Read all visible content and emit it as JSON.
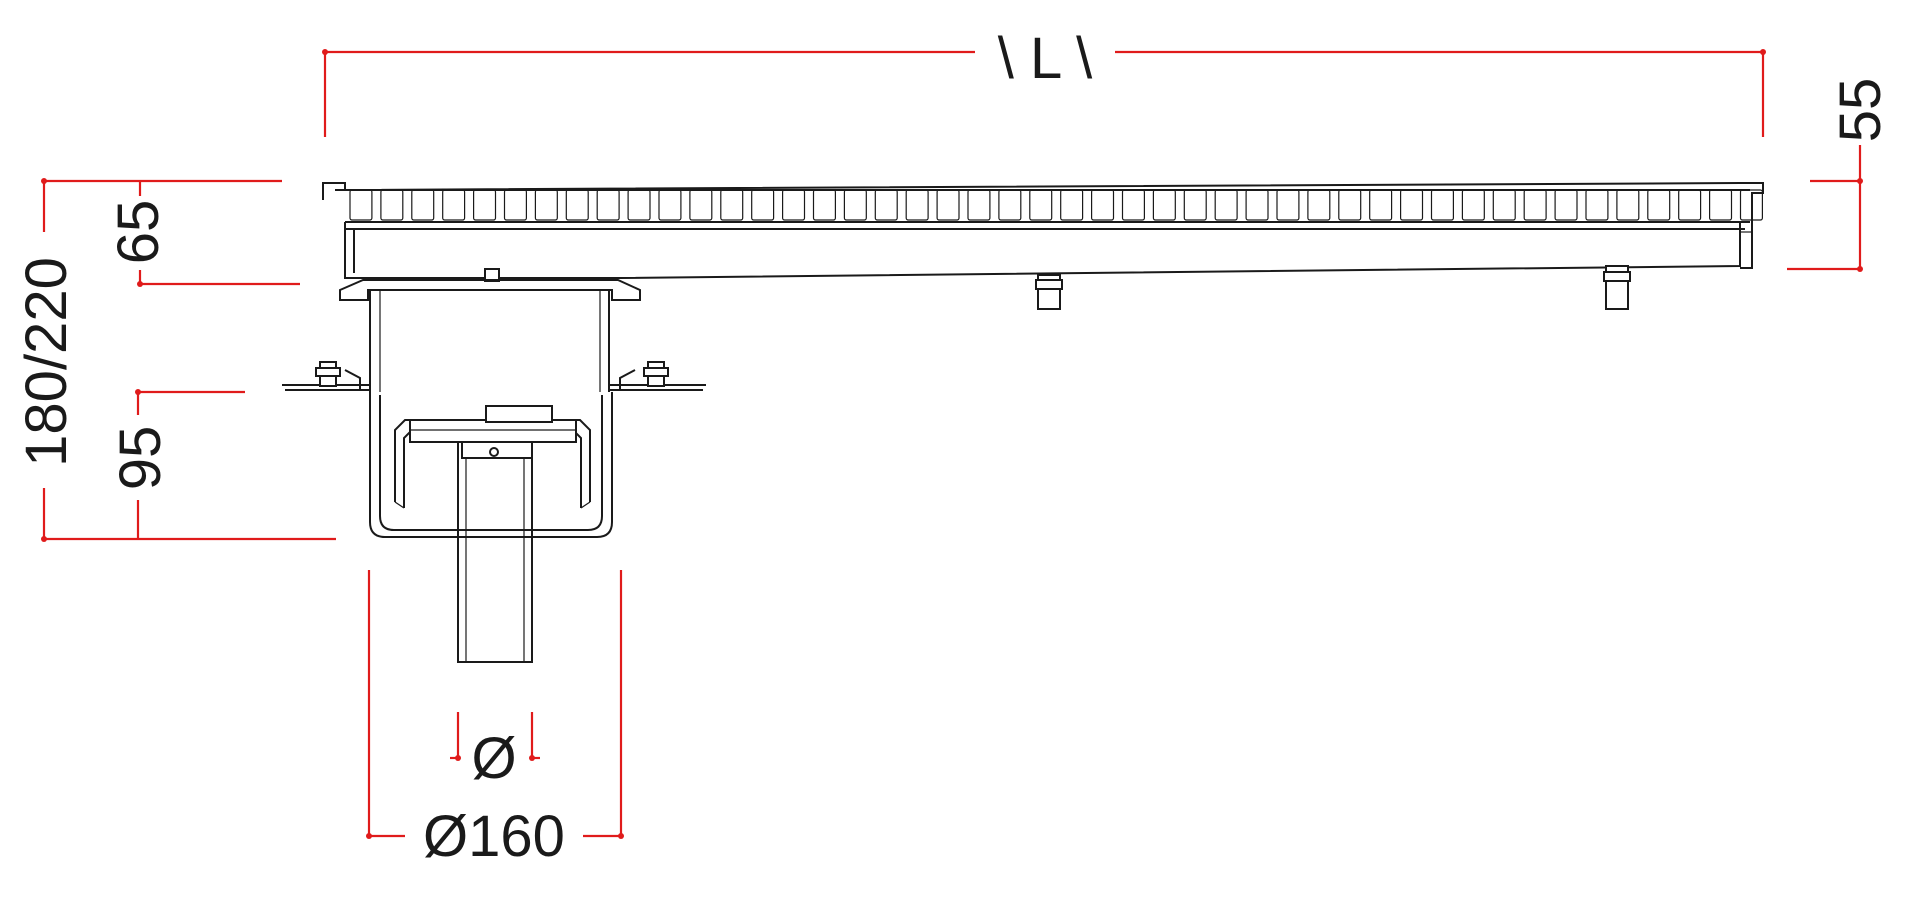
{
  "drawing": {
    "dimensions": {
      "length": "\\ L \\",
      "grate_height": "55",
      "channel_depth": "65",
      "total_height": "180/220",
      "outlet_height": "95",
      "outlet_diameter": "Ø",
      "body_diameter": "Ø160"
    },
    "colors": {
      "dimension_lines": "#e01b1b",
      "outline": "#1a1a1a",
      "background": "#ffffff"
    }
  }
}
